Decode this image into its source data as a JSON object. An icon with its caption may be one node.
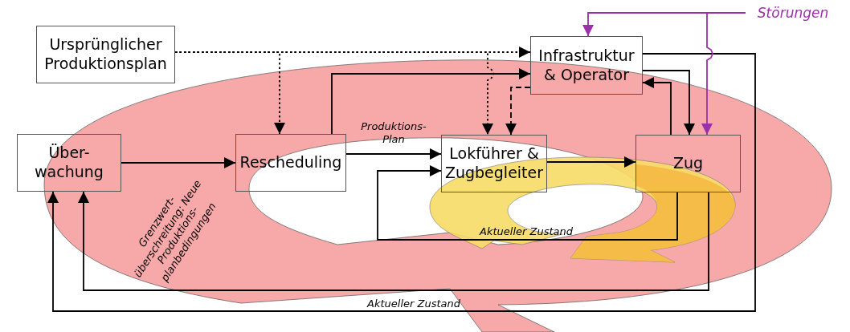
{
  "diagram": {
    "nodes": [
      {
        "text": [
          "Ursprünglicher Produktionsplan"
        ]
      },
      {
        "text": [
          "Infrastruktur & Operator"
        ]
      },
      {
        "text": [
          "Über-wachung"
        ]
      },
      {
        "text": [
          "Rescheduling"
        ]
      },
      {
        "text": [
          "Lokführer & Zugbegleiter"
        ]
      },
      {
        "text": [
          "Zug"
        ]
      },
      {
        "text": [
          "Störungen"
        ]
      }
    ],
    "edges": [
      {
        "from": 0,
        "to": 1,
        "arrow": "to",
        "style": "dashed"
      },
      {
        "from": 0,
        "to": 3,
        "arrow": "to",
        "style": "dashed"
      },
      {
        "from": 0,
        "to": 4,
        "arrow": "to",
        "style": "dashed"
      },
      {
        "from": 1,
        "to": 4,
        "arrow": "to",
        "style": "dashed"
      },
      {
        "from": 3,
        "to": 1,
        "arrow": "to"
      },
      {
        "from": 3,
        "to": 4,
        "arrow": "to",
        "label": "Produktions-Plan"
      },
      {
        "from": 2,
        "to": 3,
        "arrow": "to",
        "label": "Grenzwert-überschreitung: Neue Produktions-planbedingungen"
      },
      {
        "from": 4,
        "to": 5,
        "arrow": "to"
      },
      {
        "from": 5,
        "to": 4,
        "arrow": "to",
        "label": "Aktueller Zustand"
      },
      {
        "from": 1,
        "to": 5,
        "arrow": "to"
      },
      {
        "from": 5,
        "to": 1,
        "arrow": "to"
      },
      {
        "from": 5,
        "to": 2,
        "arrow": "to"
      },
      {
        "from": 1,
        "to": 2,
        "arrow": "to",
        "label": "Aktueller Zustand"
      },
      {
        "from": 6,
        "to": 1,
        "arrow": "to",
        "color": "#9b30a8"
      },
      {
        "from": 6,
        "to": 5,
        "arrow": "to",
        "color": "#9b30a8"
      }
    ]
  }
}
